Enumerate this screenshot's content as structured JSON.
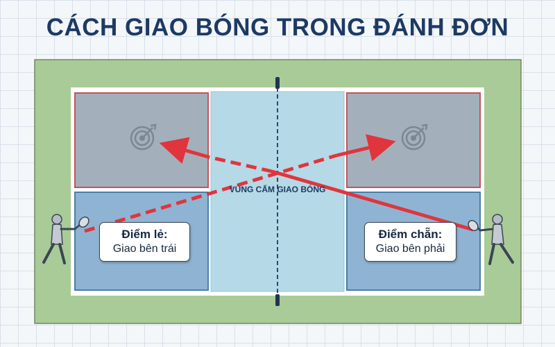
{
  "title": "CÁCH GIAO BÓNG TRONG ĐÁNH ĐƠN",
  "court": {
    "non_volley_zone_label": "VÙNG CẤM GIAO BÓNG"
  },
  "callouts": {
    "odd": {
      "heading": "Điểm lẻ:",
      "text": "Giao bên trái"
    },
    "even": {
      "heading": "Điểm chẵn:",
      "text": "Giao bên phải"
    }
  },
  "colors": {
    "surround": "#a9cb97",
    "court_line": "#ffffff",
    "non_volley_zone": "#b5d9e6",
    "service_box_blue": "#8fb4d3",
    "service_box_gray": "#a3b0bc",
    "target_box_border": "#c0545c",
    "arrow_red": "#e0353d",
    "title": "#1d3a63"
  },
  "icons": [
    "target-icon",
    "player-figure"
  ]
}
